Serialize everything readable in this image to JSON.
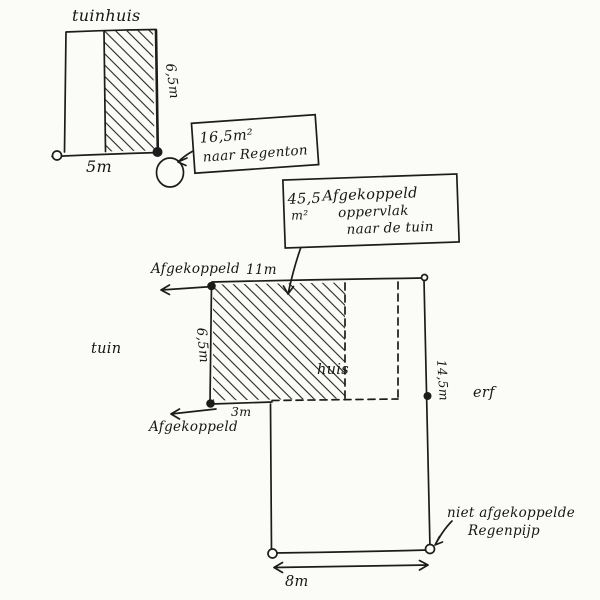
{
  "canvas": {
    "background": "#fbfbf8",
    "ink": "#1c1c1c"
  },
  "tuinhuis": {
    "title": "tuinhuis",
    "height": "6,5m",
    "width": "5m",
    "callout": {
      "area": "16,5m²",
      "dest": "naar Regenton"
    }
  },
  "plot": {
    "afgekoppeld_top": "Afgekoppeld",
    "top_width": "11m",
    "house_height": "6,5m",
    "house_bottom_width": "3m",
    "right_height": "14,5m",
    "bottom_width": "8m",
    "tuin": "tuin",
    "huis": "huis",
    "erf": "erf",
    "afgekoppeld_bottom": "Afgekoppeld",
    "callout": {
      "area": "45,5",
      "unit": "m²",
      "line1": "Afgekoppeld",
      "line2": "oppervlak",
      "line3": "naar de tuin"
    },
    "regenpijp": {
      "line1": "niet afgekoppelde",
      "line2": "Regenpijp"
    }
  }
}
